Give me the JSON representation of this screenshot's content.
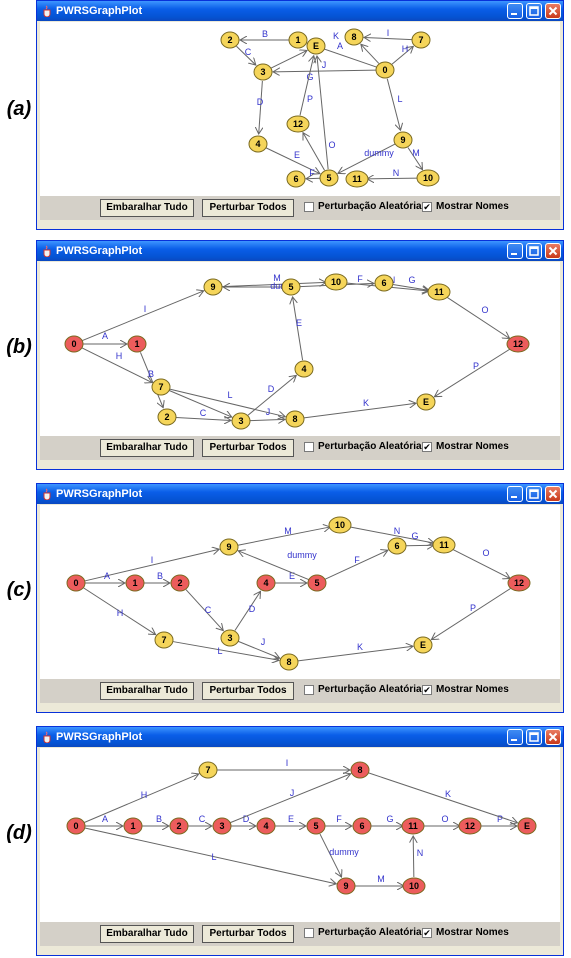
{
  "colors": {
    "yellow_node": "#f5d55a",
    "red_node": "#ec5c5c",
    "edge": "#666666",
    "edge_label": "#3333cc"
  },
  "panels": [
    {
      "label": "(a)",
      "window_title": "PWRSGraphPlot",
      "buttons": {
        "shuffle": "Embaralhar Tudo",
        "perturb": "Perturbar Todos"
      },
      "checks": {
        "random": "Perturbação Aleatória",
        "names": "Mostrar Nomes",
        "random_checked": false,
        "names_checked": true
      },
      "nodes": [
        {
          "id": "2",
          "color": "yellow"
        },
        {
          "id": "1",
          "color": "yellow"
        },
        {
          "id": "E",
          "color": "yellow"
        },
        {
          "id": "8",
          "color": "yellow"
        },
        {
          "id": "7",
          "color": "yellow"
        },
        {
          "id": "3",
          "color": "yellow"
        },
        {
          "id": "0",
          "color": "yellow"
        },
        {
          "id": "12",
          "color": "yellow"
        },
        {
          "id": "9",
          "color": "yellow"
        },
        {
          "id": "4",
          "color": "yellow"
        },
        {
          "id": "6",
          "color": "yellow"
        },
        {
          "id": "5",
          "color": "yellow"
        },
        {
          "id": "11",
          "color": "yellow"
        },
        {
          "id": "10",
          "color": "yellow"
        }
      ],
      "edges": [
        {
          "from": "1",
          "to": "2",
          "label": "B"
        },
        {
          "from": "2",
          "to": "3",
          "label": "C"
        },
        {
          "from": "3",
          "to": "4",
          "label": "D"
        },
        {
          "from": "3",
          "to": "E",
          "label": ""
        },
        {
          "from": "4",
          "to": "5",
          "label": "E"
        },
        {
          "from": "5",
          "to": "6",
          "label": "F"
        },
        {
          "from": "5",
          "to": "E",
          "label": "G"
        },
        {
          "from": "5",
          "to": "12",
          "label": "O"
        },
        {
          "from": "12",
          "to": "E",
          "label": "P"
        },
        {
          "from": "0",
          "to": "1",
          "label": "A"
        },
        {
          "from": "0",
          "to": "8",
          "label": "K"
        },
        {
          "from": "7",
          "to": "8",
          "label": "I"
        },
        {
          "from": "0",
          "to": "7",
          "label": "H"
        },
        {
          "from": "0",
          "to": "9",
          "label": "L"
        },
        {
          "from": "9",
          "to": "10",
          "label": "M"
        },
        {
          "from": "10",
          "to": "11",
          "label": "N"
        },
        {
          "from": "9",
          "to": "5",
          "label": "dummy"
        },
        {
          "from": "0",
          "to": "3",
          "label": "J"
        }
      ]
    },
    {
      "label": "(b)",
      "window_title": "PWRSGraphPlot",
      "buttons": {
        "shuffle": "Embaralhar Tudo",
        "perturb": "Perturbar Todos"
      },
      "checks": {
        "random": "Perturbação Aleatória",
        "names": "Mostrar Nomes",
        "random_checked": false,
        "names_checked": true
      },
      "nodes": [
        {
          "id": "9",
          "color": "yellow"
        },
        {
          "id": "5",
          "color": "yellow"
        },
        {
          "id": "10",
          "color": "yellow"
        },
        {
          "id": "6",
          "color": "yellow"
        },
        {
          "id": "11",
          "color": "yellow"
        },
        {
          "id": "0",
          "color": "red"
        },
        {
          "id": "1",
          "color": "red"
        },
        {
          "id": "12",
          "color": "red"
        },
        {
          "id": "7",
          "color": "yellow"
        },
        {
          "id": "4",
          "color": "yellow"
        },
        {
          "id": "2",
          "color": "yellow"
        },
        {
          "id": "3",
          "color": "yellow"
        },
        {
          "id": "8",
          "color": "yellow"
        },
        {
          "id": "E",
          "color": "yellow"
        }
      ],
      "edges": [
        {
          "from": "0",
          "to": "9",
          "label": "I"
        },
        {
          "from": "0",
          "to": "1",
          "label": "A"
        },
        {
          "from": "0",
          "to": "7",
          "label": "H"
        },
        {
          "from": "1",
          "to": "2",
          "label": "B"
        },
        {
          "from": "2",
          "to": "3",
          "label": "C"
        },
        {
          "from": "3",
          "to": "4",
          "label": "D"
        },
        {
          "from": "4",
          "to": "5",
          "label": "E"
        },
        {
          "from": "9",
          "to": "10",
          "label": "M"
        },
        {
          "from": "5",
          "to": "9",
          "label": "dummy"
        },
        {
          "from": "5",
          "to": "6",
          "label": "F"
        },
        {
          "from": "10",
          "to": "11",
          "label": "N"
        },
        {
          "from": "6",
          "to": "11",
          "label": "G"
        },
        {
          "from": "11",
          "to": "12",
          "label": "O"
        },
        {
          "from": "12",
          "to": "E",
          "label": "P"
        },
        {
          "from": "7",
          "to": "8",
          "label": "L"
        },
        {
          "from": "7",
          "to": "3",
          "label": ""
        },
        {
          "from": "3",
          "to": "8",
          "label": "J"
        },
        {
          "from": "8",
          "to": "E",
          "label": "K"
        }
      ]
    },
    {
      "label": "(c)",
      "window_title": "PWRSGraphPlot",
      "buttons": {
        "shuffle": "Embaralhar Tudo",
        "perturb": "Perturbar Todos"
      },
      "checks": {
        "random": "Perturbação Aleatória",
        "names": "Mostrar Nomes",
        "random_checked": false,
        "names_checked": true
      },
      "nodes": [
        {
          "id": "10",
          "color": "yellow"
        },
        {
          "id": "9",
          "color": "yellow"
        },
        {
          "id": "6",
          "color": "yellow"
        },
        {
          "id": "11",
          "color": "yellow"
        },
        {
          "id": "0",
          "color": "red"
        },
        {
          "id": "1",
          "color": "red"
        },
        {
          "id": "2",
          "color": "red"
        },
        {
          "id": "4",
          "color": "red"
        },
        {
          "id": "5",
          "color": "red"
        },
        {
          "id": "12",
          "color": "red"
        },
        {
          "id": "3",
          "color": "yellow"
        },
        {
          "id": "7",
          "color": "yellow"
        },
        {
          "id": "8",
          "color": "yellow"
        },
        {
          "id": "E",
          "color": "yellow"
        }
      ],
      "edges": [
        {
          "from": "0",
          "to": "9",
          "label": "I"
        },
        {
          "from": "0",
          "to": "1",
          "label": "A"
        },
        {
          "from": "0",
          "to": "7",
          "label": "H"
        },
        {
          "from": "1",
          "to": "2",
          "label": "B"
        },
        {
          "from": "2",
          "to": "3",
          "label": "C"
        },
        {
          "from": "3",
          "to": "4",
          "label": "D"
        },
        {
          "from": "4",
          "to": "5",
          "label": "E"
        },
        {
          "from": "5",
          "to": "6",
          "label": "F"
        },
        {
          "from": "5",
          "to": "9",
          "label": "dummy"
        },
        {
          "from": "9",
          "to": "10",
          "label": "M"
        },
        {
          "from": "10",
          "to": "11",
          "label": "N"
        },
        {
          "from": "6",
          "to": "11",
          "label": "G"
        },
        {
          "from": "11",
          "to": "12",
          "label": "O"
        },
        {
          "from": "12",
          "to": "E",
          "label": "P"
        },
        {
          "from": "3",
          "to": "8",
          "label": "J"
        },
        {
          "from": "7",
          "to": "8",
          "label": "L"
        },
        {
          "from": "8",
          "to": "E",
          "label": "K"
        }
      ]
    },
    {
      "label": "(d)",
      "window_title": "PWRSGraphPlot",
      "buttons": {
        "shuffle": "Embaralhar Tudo",
        "perturb": "Perturbar Todos"
      },
      "checks": {
        "random": "Perturbação Aleatória",
        "names": "Mostrar Nomes",
        "random_checked": false,
        "names_checked": true
      },
      "nodes": [
        {
          "id": "7",
          "color": "yellow"
        },
        {
          "id": "8",
          "color": "red"
        },
        {
          "id": "0",
          "color": "red"
        },
        {
          "id": "1",
          "color": "red"
        },
        {
          "id": "2",
          "color": "red"
        },
        {
          "id": "3",
          "color": "red"
        },
        {
          "id": "4",
          "color": "red"
        },
        {
          "id": "5",
          "color": "red"
        },
        {
          "id": "6",
          "color": "red"
        },
        {
          "id": "11",
          "color": "red"
        },
        {
          "id": "12",
          "color": "red"
        },
        {
          "id": "E",
          "color": "red"
        },
        {
          "id": "9",
          "color": "red"
        },
        {
          "id": "10",
          "color": "red"
        }
      ],
      "edges": [
        {
          "from": "0",
          "to": "7",
          "label": "H"
        },
        {
          "from": "0",
          "to": "1",
          "label": "A"
        },
        {
          "from": "0",
          "to": "9",
          "label": "L"
        },
        {
          "from": "1",
          "to": "2",
          "label": "B"
        },
        {
          "from": "2",
          "to": "3",
          "label": "C"
        },
        {
          "from": "3",
          "to": "4",
          "label": "D"
        },
        {
          "from": "4",
          "to": "5",
          "label": "E"
        },
        {
          "from": "5",
          "to": "6",
          "label": "F"
        },
        {
          "from": "6",
          "to": "11",
          "label": "G"
        },
        {
          "from": "11",
          "to": "12",
          "label": "O"
        },
        {
          "from": "12",
          "to": "E",
          "label": "P"
        },
        {
          "from": "7",
          "to": "8",
          "label": "I"
        },
        {
          "from": "3",
          "to": "8",
          "label": "J"
        },
        {
          "from": "8",
          "to": "E",
          "label": "K"
        },
        {
          "from": "5",
          "to": "9",
          "label": "dummy"
        },
        {
          "from": "9",
          "to": "10",
          "label": "M"
        },
        {
          "from": "10",
          "to": "11",
          "label": "N"
        }
      ]
    }
  ]
}
